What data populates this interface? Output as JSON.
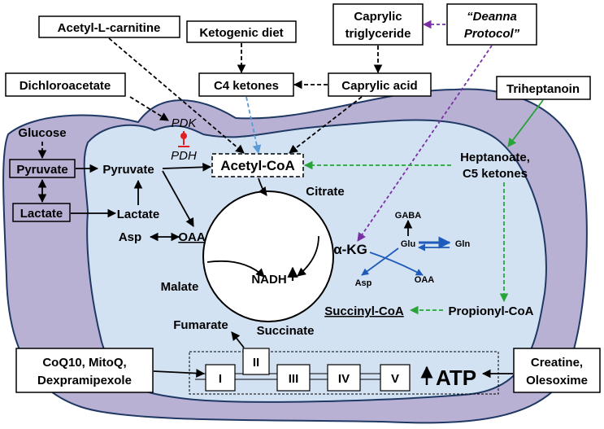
{
  "outside": {
    "acetyl_l_carnitine": "Acetyl-L-carnitine",
    "ketogenic_diet": "Ketogenic diet",
    "caprylic_triglyceride_1": "Caprylic",
    "caprylic_triglyceride_2": "triglyceride",
    "deanna_protocol_1": "“Deanna",
    "deanna_protocol_2": "Protocol”",
    "dichloroacetate": "Dichloroacetate",
    "c4_ketones": "C4 ketones",
    "caprylic_acid": "Caprylic acid",
    "triheptanoin": "Triheptanoin",
    "coq10_1": "CoQ10, MitoQ,",
    "coq10_2": "Dexpramipexole",
    "creatine_1": "Creatine,",
    "creatine_2": "Olesoxime"
  },
  "cytosol": {
    "glucose": "Glucose",
    "pyruvate": "Pyruvate",
    "lactate": "Lactate",
    "heptanoate_1": "Heptanoate,",
    "heptanoate_2": "C5 ketones",
    "propionyl_coa": "Propionyl-CoA"
  },
  "mitochondrion": {
    "pdk": "PDK",
    "pdh": "PDH",
    "pyruvate": "Pyruvate",
    "lactate": "Lactate",
    "acetyl_coa": "Acetyl-CoA",
    "citrate": "Citrate",
    "asp": "Asp",
    "oaa": "OAA",
    "malate": "Malate",
    "nadh": "NADH",
    "alpha_kg": "α-KG",
    "gaba": "GABA",
    "glu": "Glu",
    "gln": "Gln",
    "asp_small": "Asp",
    "oaa_small": "OAA",
    "succinyl_coa": "Succinyl-CoA",
    "fumarate": "Fumarate",
    "succinate": "Succinate"
  },
  "etc": {
    "complexes": [
      "I",
      "II",
      "III",
      "IV",
      "V"
    ],
    "atp": "ATP"
  },
  "colors": {
    "cell": "#b8b1d3",
    "mito": "#d3e2f3",
    "green": "#27a338",
    "purple": "#7a2fa6",
    "lightblue": "#5b9bd5",
    "blue": "#1f5bb8",
    "red": "#e02020"
  }
}
